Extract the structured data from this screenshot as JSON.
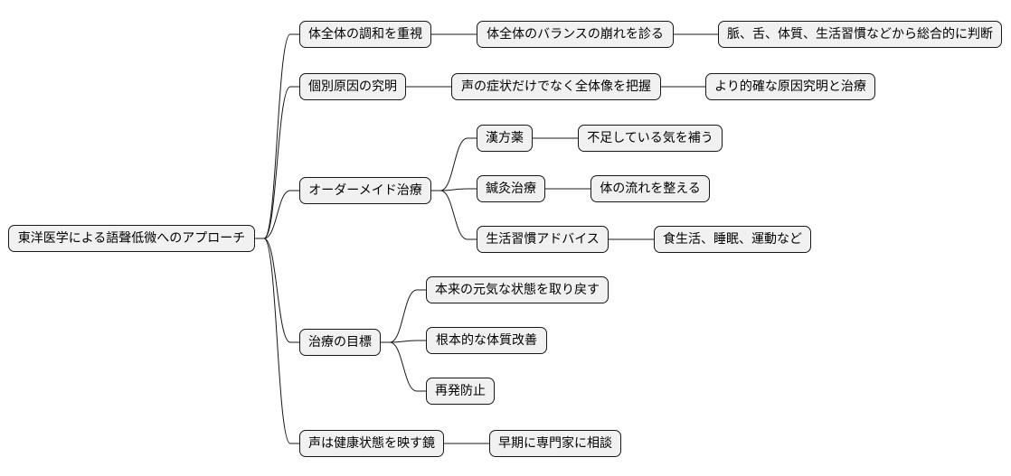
{
  "root": "東洋医学による語聲低微へのアプローチ",
  "branches": [
    {
      "label": "体全体の調和を重視",
      "children": [
        {
          "label": "体全体のバランスの崩れを診る",
          "children": [
            {
              "label": "脈、舌、体質、生活習慣などから総合的に判断"
            }
          ]
        }
      ]
    },
    {
      "label": "個別原因の究明",
      "children": [
        {
          "label": "声の症状だけでなく全体像を把握",
          "children": [
            {
              "label": "より的確な原因究明と治療"
            }
          ]
        }
      ]
    },
    {
      "label": "オーダーメイド治療",
      "children": [
        {
          "label": "漢方薬",
          "children": [
            {
              "label": "不足している気を補う"
            }
          ]
        },
        {
          "label": "鍼灸治療",
          "children": [
            {
              "label": "体の流れを整える"
            }
          ]
        },
        {
          "label": "生活習慣アドバイス",
          "children": [
            {
              "label": "食生活、睡眠、運動など"
            }
          ]
        }
      ]
    },
    {
      "label": "治療の目標",
      "children": [
        {
          "label": "本来の元気な状態を取り戻す"
        },
        {
          "label": "根本的な体質改善"
        },
        {
          "label": "再発防止"
        }
      ]
    },
    {
      "label": "声は健康状態を映す鏡",
      "children": [
        {
          "label": "早期に専門家に相談"
        }
      ]
    }
  ]
}
